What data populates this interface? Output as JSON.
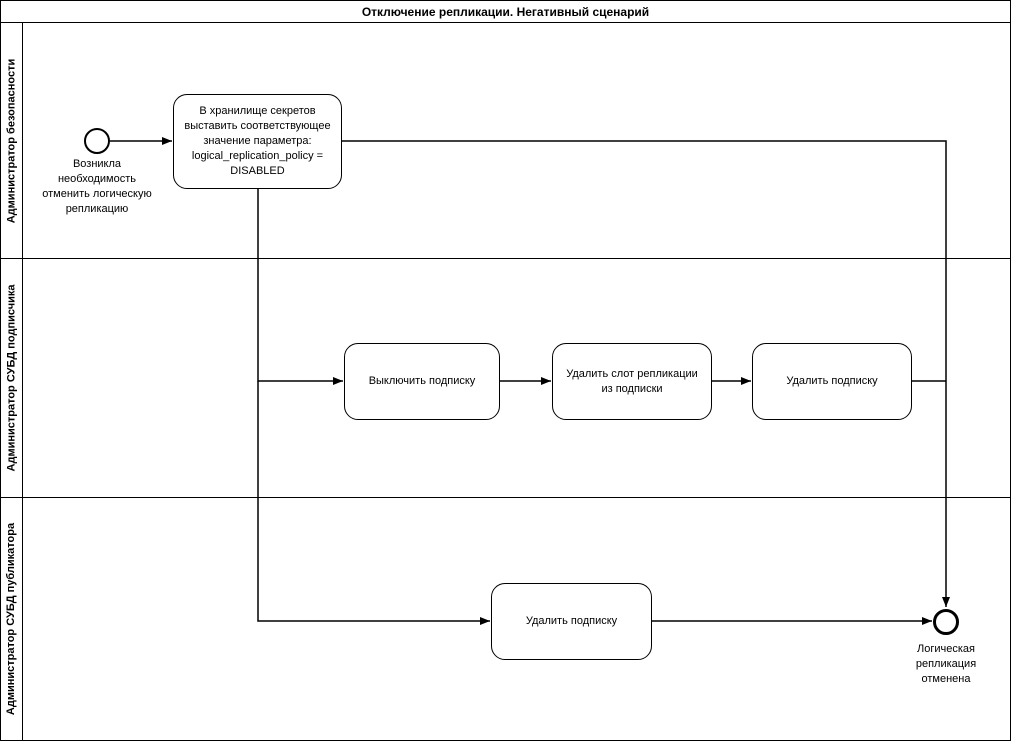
{
  "title": "Отключение репликации. Негативный сценарий",
  "colors": {
    "stroke": "#000000",
    "fill": "#ffffff",
    "text": "#000000"
  },
  "lanes": [
    {
      "label": "Администратор безопасности"
    },
    {
      "label": "Администратор СУБД подписчика"
    },
    {
      "label": "Администратор СУБД публикатора"
    }
  ],
  "nodes": {
    "start": {
      "type": "start-event",
      "lane": 0,
      "label": "Возникла\nнеобходимость\nотменить логическую\nрепликацию"
    },
    "set_policy": {
      "type": "task",
      "lane": 0,
      "label": "В хранилище секретов\nвыставить соответствующее\nзначение параметра:\nlogical_replication_policy =\nDISABLED"
    },
    "disable_subscription": {
      "type": "task",
      "lane": 1,
      "label": "Выключить подписку"
    },
    "delete_replication_slot": {
      "type": "task",
      "lane": 1,
      "label": "Удалить слот репликации\nиз подписки"
    },
    "delete_subscription_subscriber": {
      "type": "task",
      "lane": 1,
      "label": "Удалить подписку"
    },
    "delete_subscription_publisher": {
      "type": "task",
      "lane": 2,
      "label": "Удалить подписку"
    },
    "end": {
      "type": "end-event",
      "lane": 2,
      "label": "Логическая\nрепликация\nотменена"
    }
  },
  "edges": [
    {
      "from": "start",
      "to": "set_policy"
    },
    {
      "from": "set_policy",
      "to": "disable_subscription"
    },
    {
      "from": "set_policy",
      "to": "delete_subscription_publisher"
    },
    {
      "from": "set_policy",
      "to": "end"
    },
    {
      "from": "disable_subscription",
      "to": "delete_replication_slot"
    },
    {
      "from": "delete_replication_slot",
      "to": "delete_subscription_subscriber"
    },
    {
      "from": "delete_subscription_subscriber",
      "to": "end"
    },
    {
      "from": "delete_subscription_publisher",
      "to": "end"
    }
  ]
}
